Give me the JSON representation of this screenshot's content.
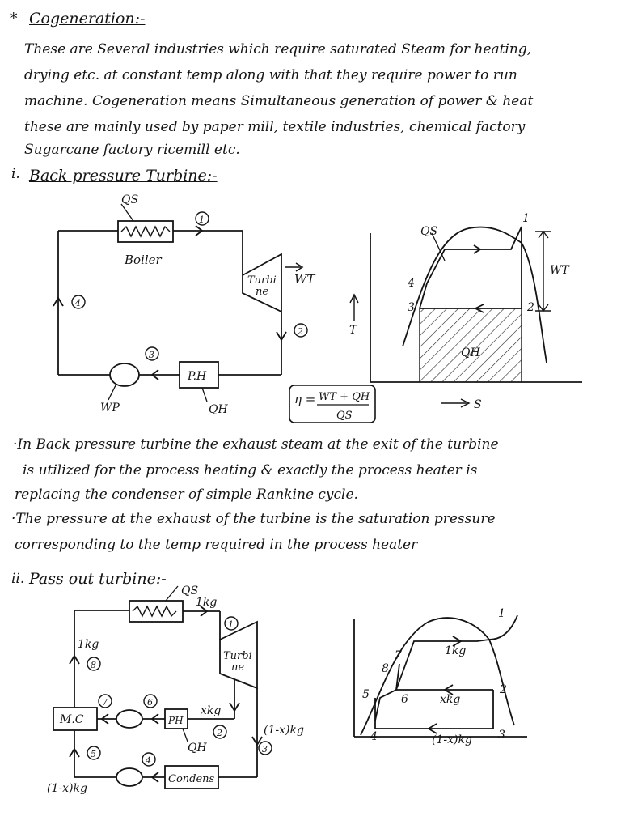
{
  "heading": {
    "star": "*",
    "title": "Cogeneration:-"
  },
  "intro_lines": [
    "These are Several industries which require saturated Steam for heating,",
    "drying etc. at constant temp along with that they require power to run",
    "machine. Cogeneration means Simultaneous generation of power & heat",
    "these are mainly used by paper mill, textile industries, chemical factory",
    "Sugarcane factory ricemill etc."
  ],
  "section1": {
    "number": "i.",
    "title": "Back pressure Turbine:-"
  },
  "diagram1": {
    "qs": "QS",
    "p1": "1",
    "boiler": "Boiler",
    "turbine_l1": "Turbi",
    "turbine_l2": "ne",
    "wt": "WT",
    "p2": "2",
    "p3": "3",
    "p4": "4",
    "ph": "P.H",
    "qh": "QH",
    "wp": "WP",
    "eff_lhs": "η =",
    "eff_num": "WT + QH",
    "eff_den": "QS"
  },
  "ts1": {
    "qs": "QS",
    "p1": "1",
    "p2": "2",
    "p3": "3",
    "p4": "4",
    "wt": "WT",
    "qh": "QH",
    "t_axis": "T",
    "s_axis": "S"
  },
  "para_lines": [
    "·In Back pressure turbine the exhaust steam at the exit of the turbine",
    "is utilized for the process heating & exactly the process heater is",
    "replacing the condenser of simple Rankine cycle.",
    "·The pressure at the exhaust of the turbine is the saturation pressure",
    "corresponding to the temp required in the process heater"
  ],
  "section2": {
    "number": "ii.",
    "title": "Pass out turbine:-"
  },
  "diagram2": {
    "qs": "QS",
    "kg1": "1kg",
    "p1": "1",
    "turbine_l1": "Turbi",
    "turbine_l2": "ne",
    "kg1_left": "1kg",
    "p8": "8",
    "mc": "M.C",
    "p7": "7",
    "p6": "6",
    "ph": "PH",
    "xkg": "xkg",
    "p2": "2",
    "qh": "QH",
    "one_minus_x": "(1-x)kg",
    "p3": "3",
    "p5": "5",
    "p4": "4",
    "condens": "Condens",
    "one_minus_x_bottom": "(1-x)kg"
  },
  "ts2": {
    "p1": "1",
    "p7": "7",
    "p8": "8",
    "kg1": "1kg",
    "p5": "5",
    "p6": "6",
    "xkg": "xkg",
    "p2": "2",
    "p4": "4",
    "one_minus_x": "(1-x)kg",
    "p3": "3"
  }
}
